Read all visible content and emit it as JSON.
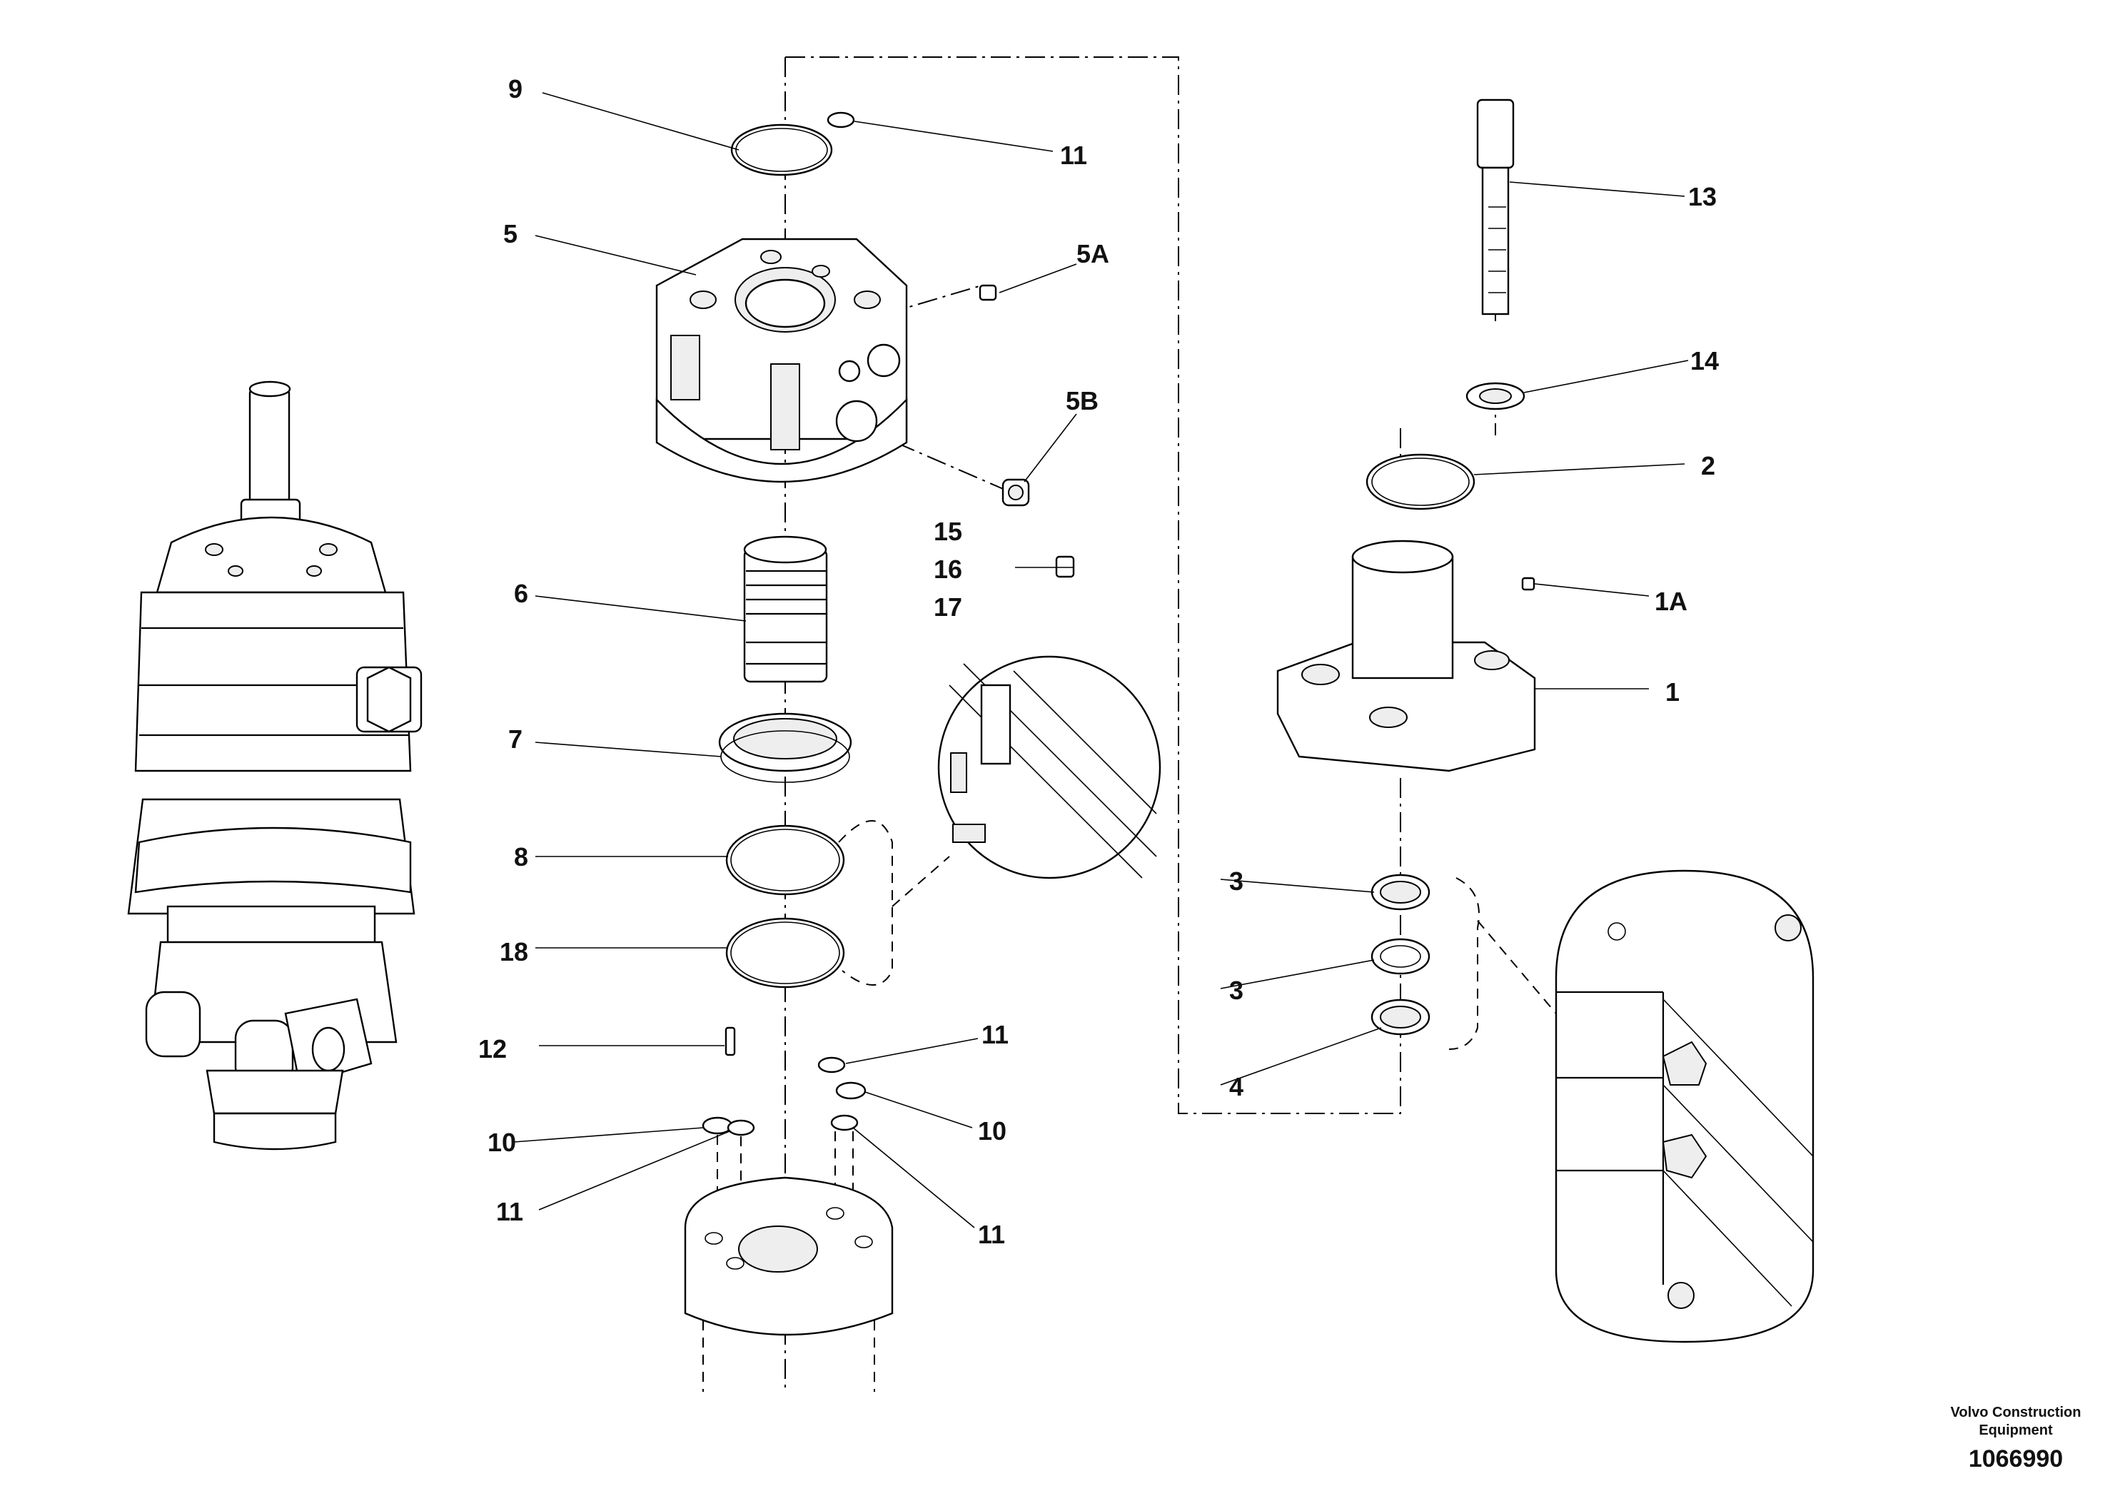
{
  "labels": {
    "l9": "9",
    "l11_top": "11",
    "l5": "5",
    "l5A": "5A",
    "l5B": "5B",
    "l15": "15",
    "l16": "16",
    "l17": "17",
    "l6": "6",
    "l7": "7",
    "l8": "8",
    "l18": "18",
    "l12": "12",
    "l11_mid": "11",
    "l10_left": "10",
    "l10_right": "10",
    "l11_low_left": "11",
    "l11_low_right": "11",
    "l13": "13",
    "l14": "14",
    "l2": "2",
    "l1A": "1A",
    "l1": "1",
    "l3_top": "3",
    "l3_bottom": "3",
    "l4": "4"
  },
  "footer": {
    "company_line1": "Volvo Construction",
    "company_line2": "Equipment",
    "drawing_number": "1066990"
  }
}
